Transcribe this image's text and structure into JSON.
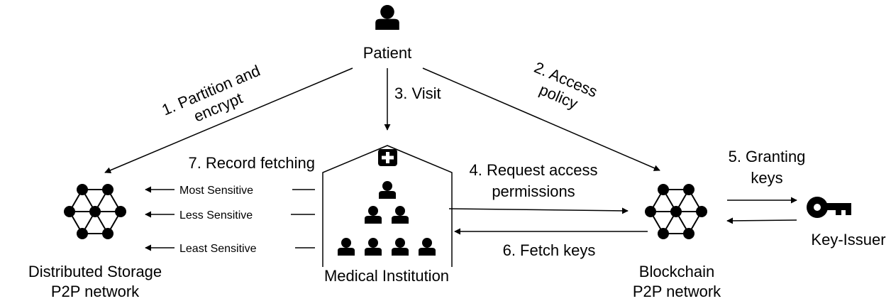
{
  "nodes": {
    "patient": "Patient",
    "medical_institution": "Medical Institution",
    "storage_line1": "Distributed Storage",
    "storage_line2": "P2P network",
    "blockchain_line1": "Blockchain",
    "blockchain_line2": "P2P network",
    "key_issuer": "Key-Issuer"
  },
  "steps": {
    "s1_line1": "1. Partition and",
    "s1_line2": "encrypt",
    "s2_line1": "2. Access",
    "s2_line2": "policy",
    "s3": "3. Visit",
    "s4_line1": "4. Request access",
    "s4_line2": "permissions",
    "s5_line1": "5. Granting",
    "s5_line2": "keys",
    "s6": "6. Fetch keys",
    "s7": "7. Record fetching"
  },
  "sensitivity": [
    "Most Sensitive",
    "Less Sensitive",
    "Least Sensitive"
  ],
  "icons": {
    "patient": "person-icon",
    "hospital": "medical-cross-icon",
    "staff": "person-icon",
    "network": "network-mesh-icon",
    "key": "key-icon"
  },
  "colors": {
    "ink": "#000000",
    "background": "#ffffff"
  }
}
